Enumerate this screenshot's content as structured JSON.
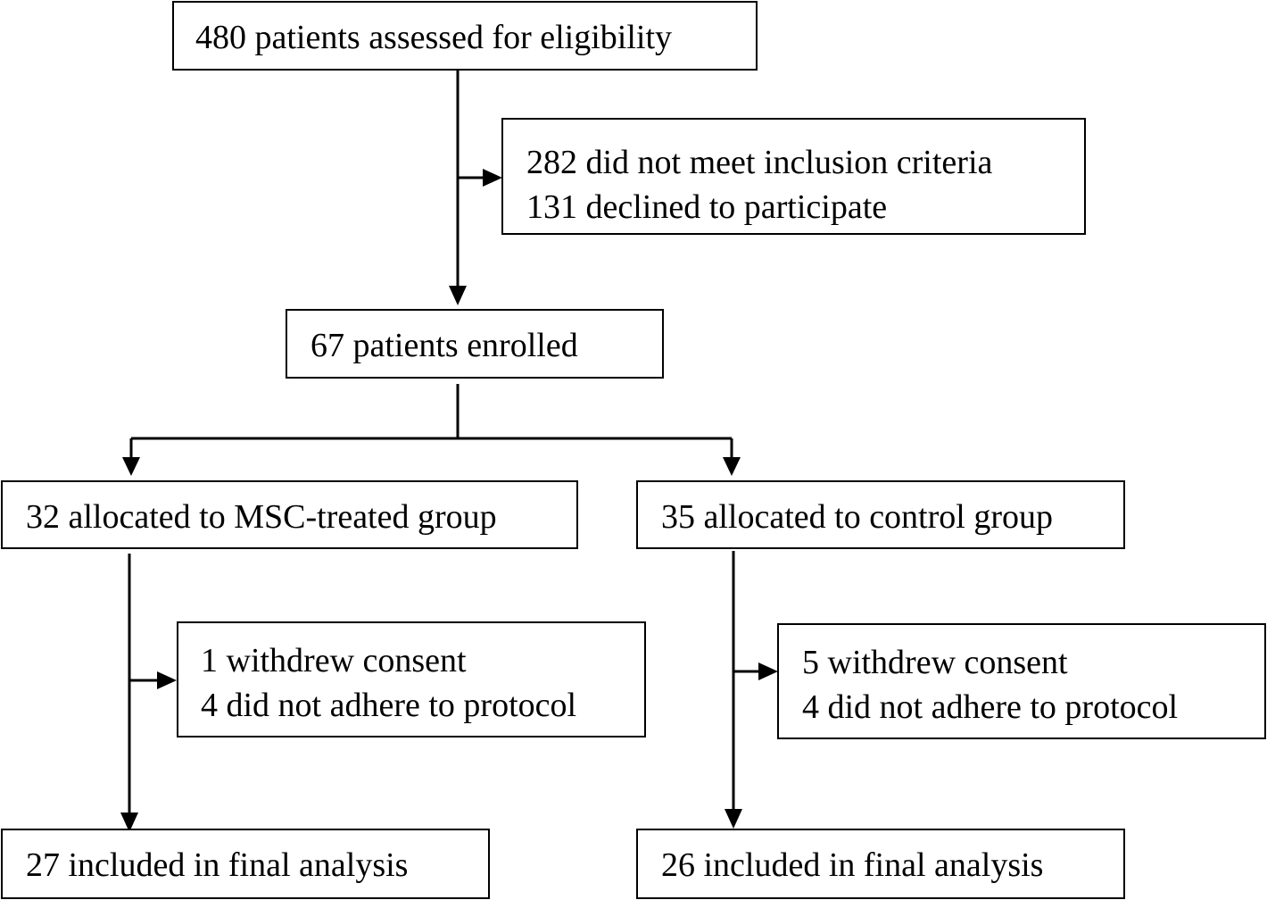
{
  "assessed": {
    "text": "480 patients assessed for eligibility"
  },
  "excluded": {
    "line1": "282 did not meet inclusion criteria",
    "line2": "131 declined to participate"
  },
  "enrolled": {
    "text": "67 patients enrolled"
  },
  "msc_group": {
    "allocated": "32 allocated to MSC-treated group",
    "dropout_line1": "1 withdrew consent",
    "dropout_line2": "4 did not adhere to protocol",
    "analysis": "27 included in final analysis"
  },
  "control_group": {
    "allocated": "35 allocated to control group",
    "dropout_line1": "5 withdrew consent",
    "dropout_line2": "4 did not adhere to protocol",
    "analysis": "26 included in final analysis"
  },
  "colors": {
    "line": "#000000",
    "box_border": "#000000",
    "background": "#ffffff",
    "text": "#000000"
  }
}
